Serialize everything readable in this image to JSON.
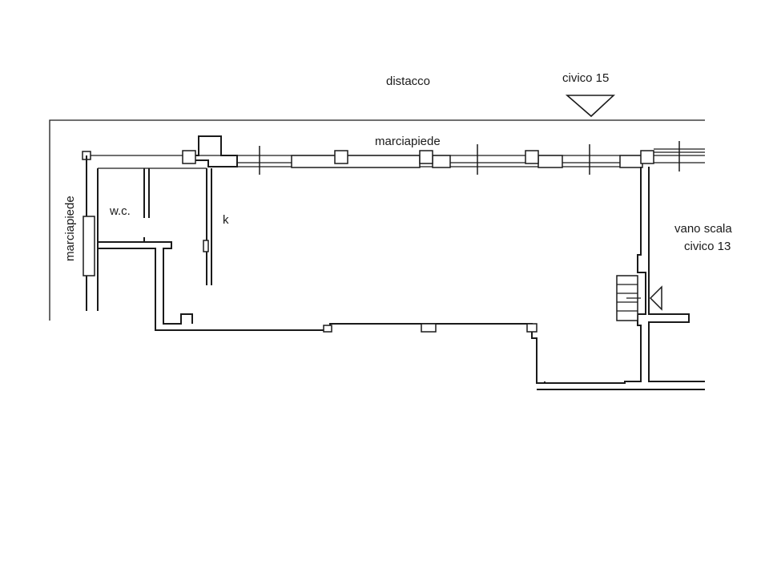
{
  "labels": {
    "distacco": "distacco",
    "civico_15": "civico 15",
    "marciapiede_top": "marciapiede",
    "marciapiede_left": "marciapiede",
    "wc": "w.c.",
    "kitchen": "k",
    "vano_scala": "vano scala",
    "civico_13": "civico 13"
  }
}
